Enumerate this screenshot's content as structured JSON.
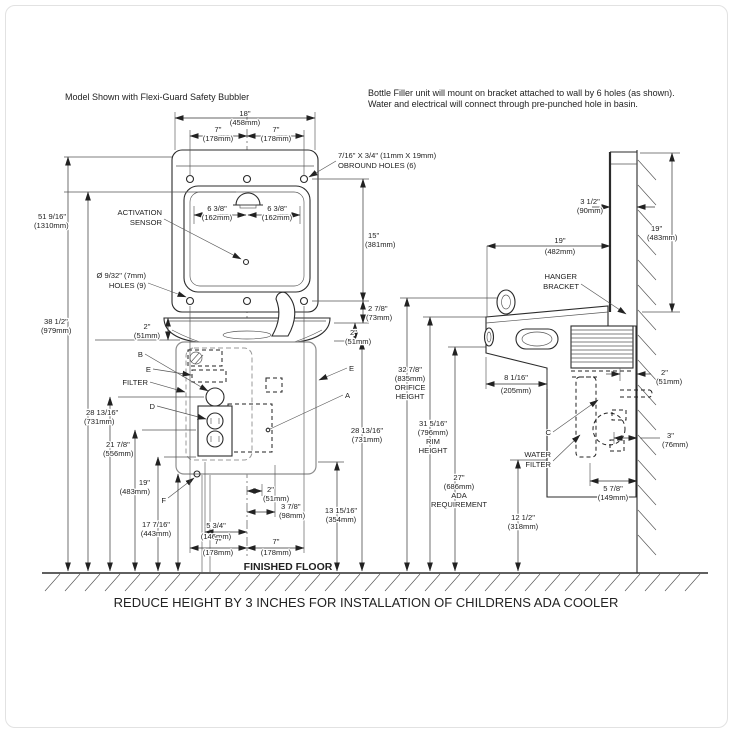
{
  "colors": {
    "line": "#2b2b2b",
    "grey": "#8d8d8d",
    "background": "#ffffff"
  },
  "texts": {
    "note_model": "Model Shown with Flexi-Guard Safety Bubbler",
    "note_mount1": "Bottle Filler unit will mount on bracket attached to wall by 6 holes (as shown).",
    "note_mount2": "Water and electrical will connect through pre-punched hole in basin.",
    "dim_18": "18\"",
    "dim_18mm": "(458mm)",
    "dim_7L": "7\"",
    "dim_7Lmm": "(178mm)",
    "dim_7R": "7\"",
    "dim_7Rmm": "(178mm)",
    "obround1": "7/16\" X 3/4\" (11mm X 19mm)",
    "obround2": "OBROUND HOLES (6)",
    "act1": "ACTIVATION",
    "act2": "SENSOR",
    "d638L": "6 3/8\"",
    "d638Lmm": "(162mm)",
    "d638R": "6 3/8\"",
    "d638Rmm": "(162mm)",
    "d15": "15\"",
    "d15mm": "(381mm)",
    "holes1": "Ø 9/32\" (7mm)",
    "holes2": "HOLES (9)",
    "d5196": "51 9/16\"",
    "d5196mm": "(1310mm)",
    "d3812": "38 1/2\"",
    "d3812mm": "(979mm)",
    "d278": "2 7/8\"",
    "d278mm": "(73mm)",
    "d2R": "2\"",
    "d2Rmm": "(51mm)",
    "d2L": "2\"",
    "d2Lmm": "(51mm)",
    "lblB": "B",
    "lblE1": "E",
    "lblFilter": "FILTER",
    "lblD": "D",
    "lblF": "F",
    "lblE2": "E",
    "lblA": "A",
    "lblC": "C",
    "d281316L": "28 13/16\"",
    "d281316Lmm": "(731mm)",
    "d2178": "21 7/8\"",
    "d2178mm": "(556mm)",
    "d19L": "19\"",
    "d19Lmm": "(483mm)",
    "d17716": "17 7/16\"",
    "d17716mm": "(443mm)",
    "d2B": "2\"",
    "d2Bmm": "(51mm)",
    "d378": "3 7/8\"",
    "d378mm": "(98mm)",
    "d534": "5 3/4\"",
    "d534mm": "(146mm)",
    "d7BL": "7\"",
    "d7BLmm": "(178mm)",
    "d7BR": "7\"",
    "d7BRmm": "(178mm)",
    "d131516": "13 15/16\"",
    "d131516mm": "(354mm)",
    "d281316M": "28 13/16\"",
    "d281316Mmm": "(731mm)",
    "orifice1": "32 7/8\"",
    "orifice2": "(835mm)",
    "orifice3": "ORIFICE",
    "orifice4": "HEIGHT",
    "rim1": "31 5/16\"",
    "rim2": "(796mm)",
    "rim3": "RIM",
    "rim4": "HEIGHT",
    "ada1": "27\"",
    "ada2": "(686mm)",
    "ada3": "ADA",
    "ada4": "REQUIREMENT",
    "d1212": "12 1/2\"",
    "d1212mm": "(318mm)",
    "d312": "3 1/2\"",
    "d312mm": "(90mm)",
    "d19H": "19\"",
    "d19Hmm": "(482mm)",
    "d19V": "19\"",
    "d19Vmm": "(483mm)",
    "hanger1": "HANGER",
    "hanger2": "BRACKET",
    "d8116": "8 1/16\"",
    "d8116mm": "(205mm)",
    "water1": "WATER",
    "water2": "FILTER",
    "d2S": "2\"",
    "d2Smm": "(51mm)",
    "d3": "3\"",
    "d3mm": "(76mm)",
    "d578": "5 7/8\"",
    "d578mm": "(149mm)",
    "floor_label": "FINISHED FLOOR",
    "bottom_note": "REDUCE HEIGHT BY 3 INCHES FOR INSTALLATION OF CHILDRENS ADA COOLER"
  }
}
